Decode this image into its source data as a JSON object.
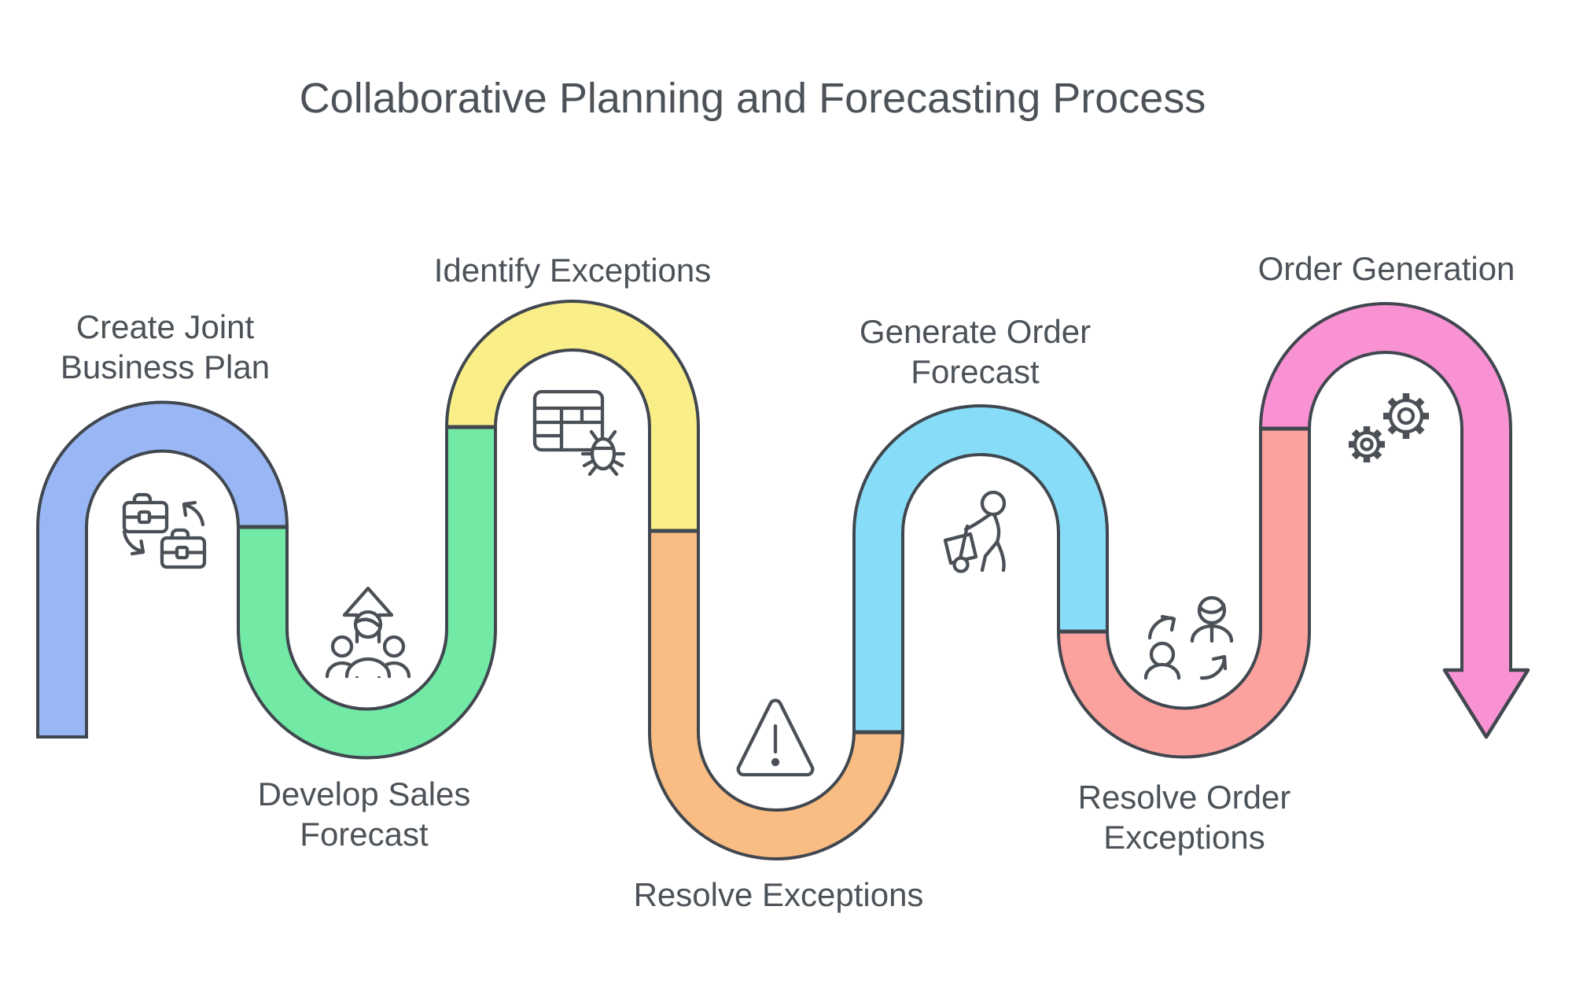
{
  "title": "Collaborative Planning and Forecasting Process",
  "steps": [
    {
      "label": "Create Joint Business Plan",
      "icon": "briefcase-exchange-icon",
      "color": "#9AB7F5"
    },
    {
      "label": "Develop Sales Forecast",
      "icon": "team-growth-arrow-icon",
      "color": "#73E9A6"
    },
    {
      "label": "Identify Exceptions",
      "icon": "table-bug-icon",
      "color": "#F9EE88"
    },
    {
      "label": "Resolve Exceptions",
      "icon": "warning-triangle-icon",
      "color": "#F9BD83"
    },
    {
      "label": "Generate Order Forecast",
      "icon": "cart-pusher-icon",
      "color": "#87DDF7"
    },
    {
      "label": "Resolve Order Exceptions",
      "icon": "people-exchange-icon",
      "color": "#FBA29F"
    },
    {
      "label": "Order Generation",
      "icon": "gears-icon",
      "color": "#F992D3"
    }
  ],
  "colors": {
    "outline": "#40474F",
    "icon_stroke": "#4A5056",
    "text": "#4C5257",
    "background": "#FFFFFF"
  }
}
